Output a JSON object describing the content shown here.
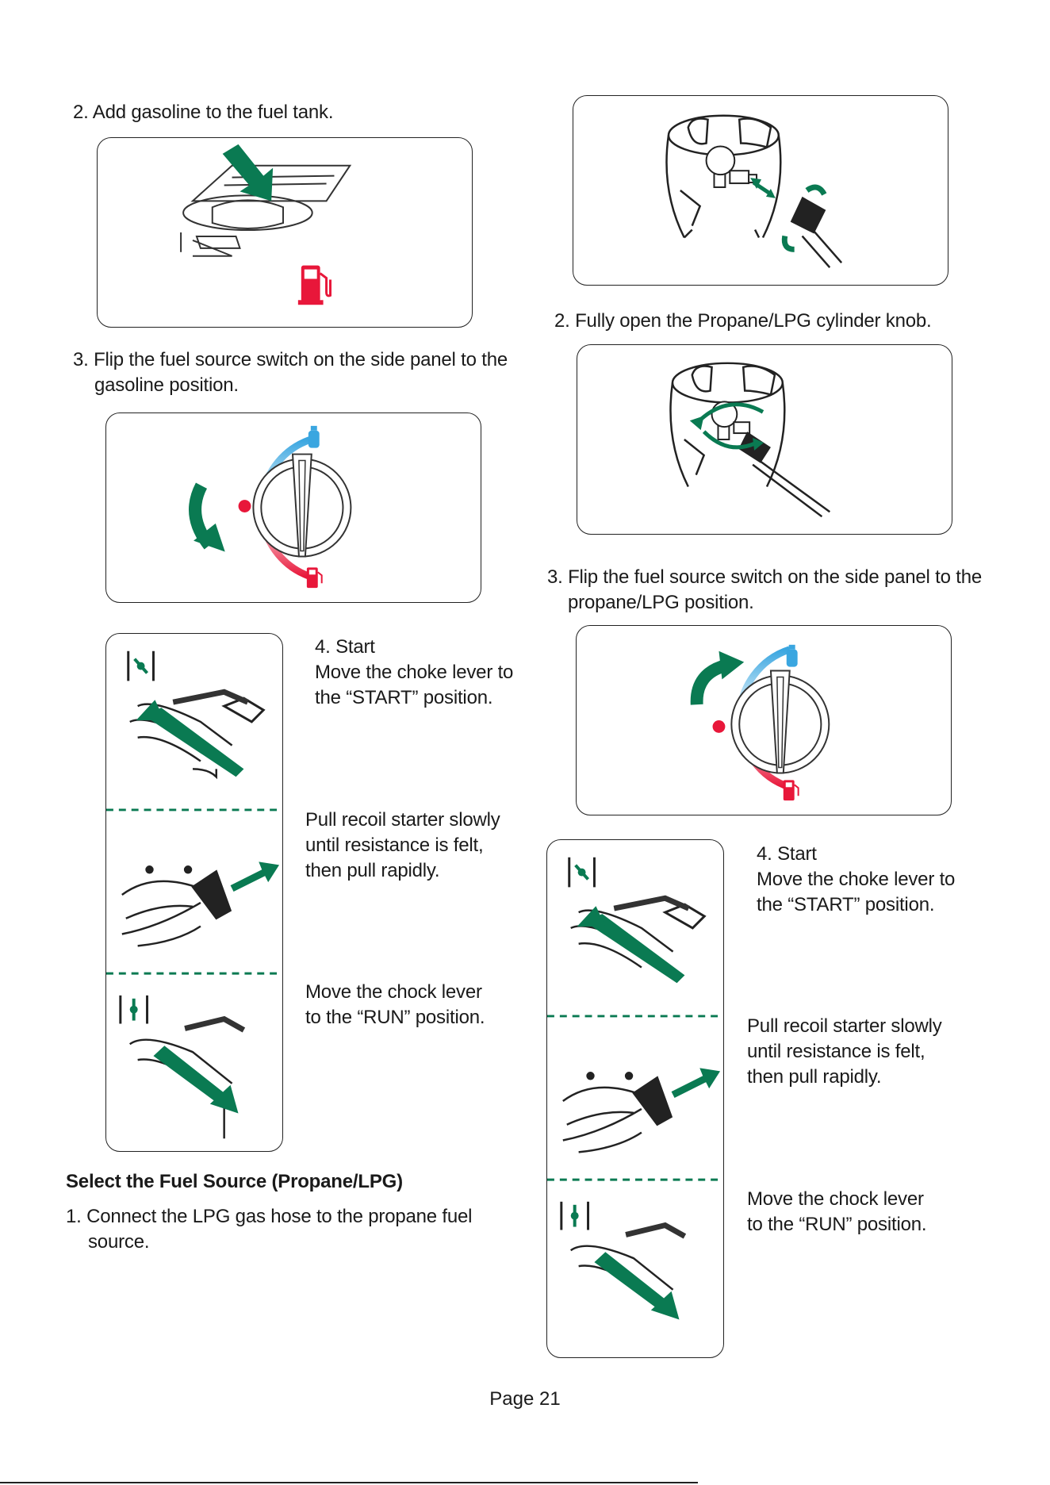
{
  "left": {
    "step2": "2. Add gasoline to the fuel tank.",
    "step3_line1": "3. Flip the fuel source switch on the side panel to the",
    "step3_line2": "gasoline position.",
    "start": {
      "title": "4. Start",
      "line1": "Move the choke lever to",
      "line2": "the “START” position.",
      "pull1": "Pull recoil starter slowly",
      "pull2": "until resistance is felt,",
      "pull3": "then pull rapidly.",
      "run1": "Move the chock lever",
      "run2": "to the “RUN” position."
    },
    "section_heading": "Select the Fuel Source (Propane/LPG)",
    "step1_line1": "1. Connect the LPG gas hose to the propane fuel",
    "step1_line2": "source."
  },
  "right": {
    "step2": "2. Fully open the Propane/LPG cylinder knob.",
    "step3_line1": "3. Flip the fuel source switch on the side panel to the",
    "step3_line2": "propane/LPG position.",
    "start": {
      "title": "4. Start",
      "line1": "Move the choke lever to",
      "line2": "the “START” position.",
      "pull1": "Pull recoil starter slowly",
      "pull2": "until resistance is felt,",
      "pull3": "then pull rapidly.",
      "run1": "Move the chock lever",
      "run2": "to the “RUN” position."
    }
  },
  "page_label": "Page 21",
  "colors": {
    "green": "#0a7a52",
    "red": "#e8173a",
    "blue": "#3aa6e0"
  },
  "icons": [
    "fuel-pump-icon",
    "propane-tank-icon",
    "arrow-icon",
    "choke-icon",
    "run-icon"
  ]
}
